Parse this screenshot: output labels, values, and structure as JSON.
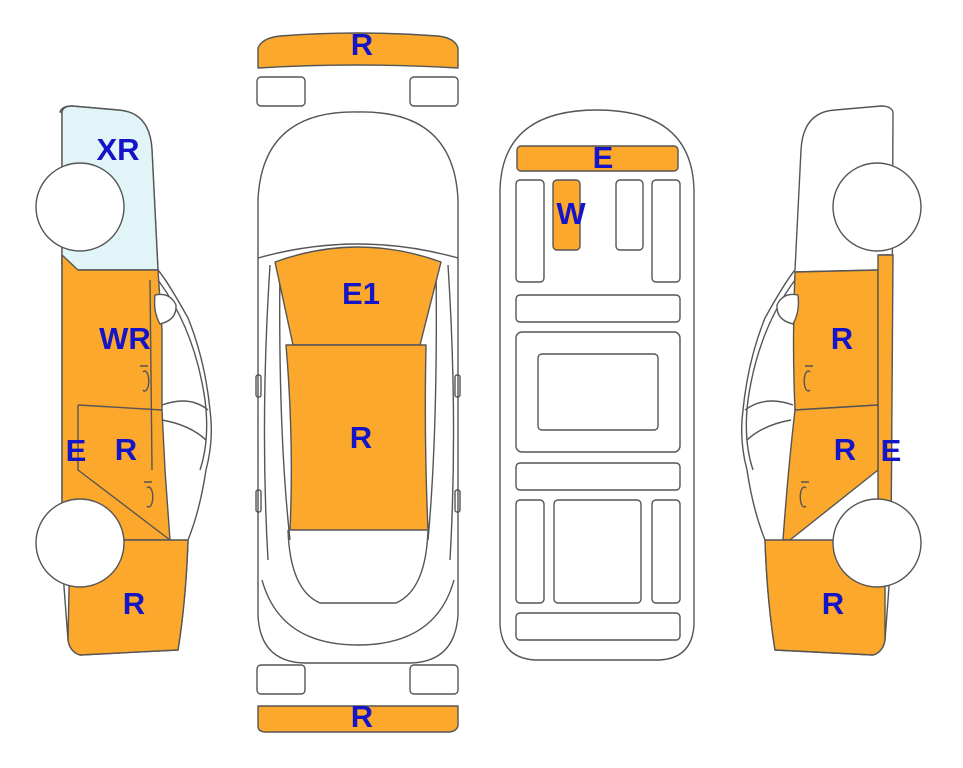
{
  "colors": {
    "damaged": "#FCA82C",
    "glass_marked": "#E1F4F8",
    "outline": "#555555",
    "label": "#1515C8",
    "background": "#FFFFFF"
  },
  "labels": {
    "front_bumper": "R",
    "rear_bumper": "R",
    "hood": "E1",
    "roof": "R",
    "interior_front": "E",
    "interior_console": "W",
    "left_windshield": "XR",
    "left_fender": "WR",
    "left_sill": "E",
    "left_door": "R",
    "left_quarter": "R",
    "right_front": "R",
    "right_door": "R",
    "right_sill": "E",
    "right_quarter": "R"
  }
}
